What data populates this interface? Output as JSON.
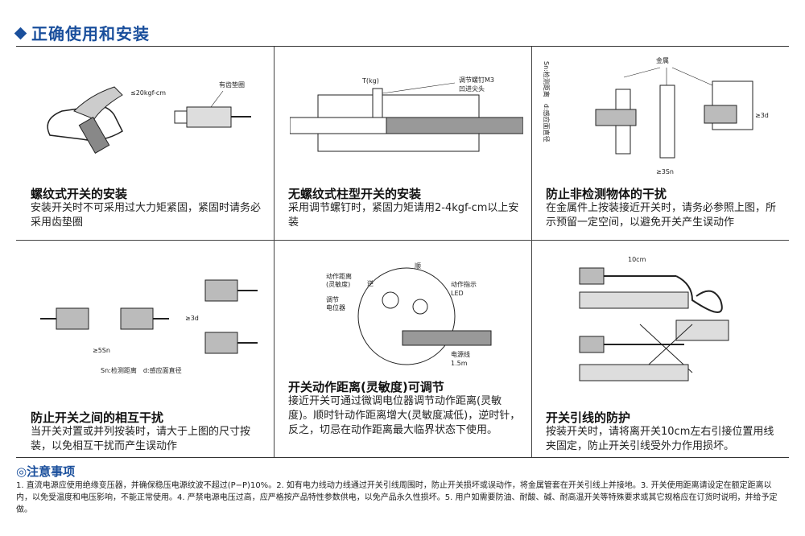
{
  "header": {
    "title": "正确使用和安装"
  },
  "cells": [
    {
      "title": "螺纹式开关的安装",
      "body": "安装开关时不可采用过大力矩紧固，紧固时请务必采用齿垫圈",
      "fig": {
        "torque": "≤20kgf-cm",
        "washer": "有齿垫圈"
      }
    },
    {
      "title": "无螺纹式柱型开关的安装",
      "body": "采用调节螺钉时，紧固力矩请用2-4kgf-cm以上安装",
      "fig": {
        "torque_label": "T(kg)",
        "screw": "调节螺钉M3",
        "tip": "凹进尖头"
      }
    },
    {
      "title": "防止非检测物体的干扰",
      "body": "在金属件上按装接近开关时，请务必参照上图，所示预留一定空间，以避免开关产生误动作",
      "fig": {
        "metal": "金属",
        "legend": "Sn:检测距离　d:感应面直径",
        "dim1": "≥3Sn",
        "dim2": "≥3d"
      }
    },
    {
      "title": "防止开关之间的相互干扰",
      "body": "当开关对置或并列按装时，请大于上图的尺寸按装，以免相互干扰而产生误动作",
      "fig": {
        "dim1": "≥5Sn",
        "dim2": "≥3d",
        "legend": "Sn:检测距离　d:感应面直径"
      }
    },
    {
      "title": "开关动作距离(灵敏度)可调节",
      "body": "接近开关可通过微调电位器调节动作距离(灵敏度)。顺时针动作距离增大(灵敏度减低)，逆时针，反之，切忌在动作距离最大临界状态下使用。",
      "fig": {
        "range": "动作距离",
        "range2": "(灵敏度)",
        "pot1": "调节",
        "pot2": "电位器",
        "cw": "顺",
        "ccw": "逆",
        "led1": "动作指示",
        "led2": "LED",
        "cable1": "电源线",
        "cable2": "1.5m"
      }
    },
    {
      "title": "开关引线的防护",
      "body": "按装开关时，请将离开关10cm左右引接位置用线夹固定，防止开关引线受外力作用损坏。",
      "fig": {
        "dist": "10cm"
      }
    }
  ],
  "notes": {
    "title": "◎注意事项",
    "body": "1. 直流电源应使用绝缘变压器，并确保稳压电源纹波不超过(P−P)10%。2. 如有电力线动力线通过开关引线周围时，防止开关损坏或误动作，将金属管套在开关引线上并接地。3. 开关使用距离请设定在额定距离以内，以免受温度和电压影响，不能正常使用。4. 严禁电源电压过高，应严格按产品特性参数供电，以免产品永久性损坏。5. 用户如需要防油、耐酸、碱、耐高温开关等特殊要求或其它规格应在订货时说明，并给予定做。"
  }
}
